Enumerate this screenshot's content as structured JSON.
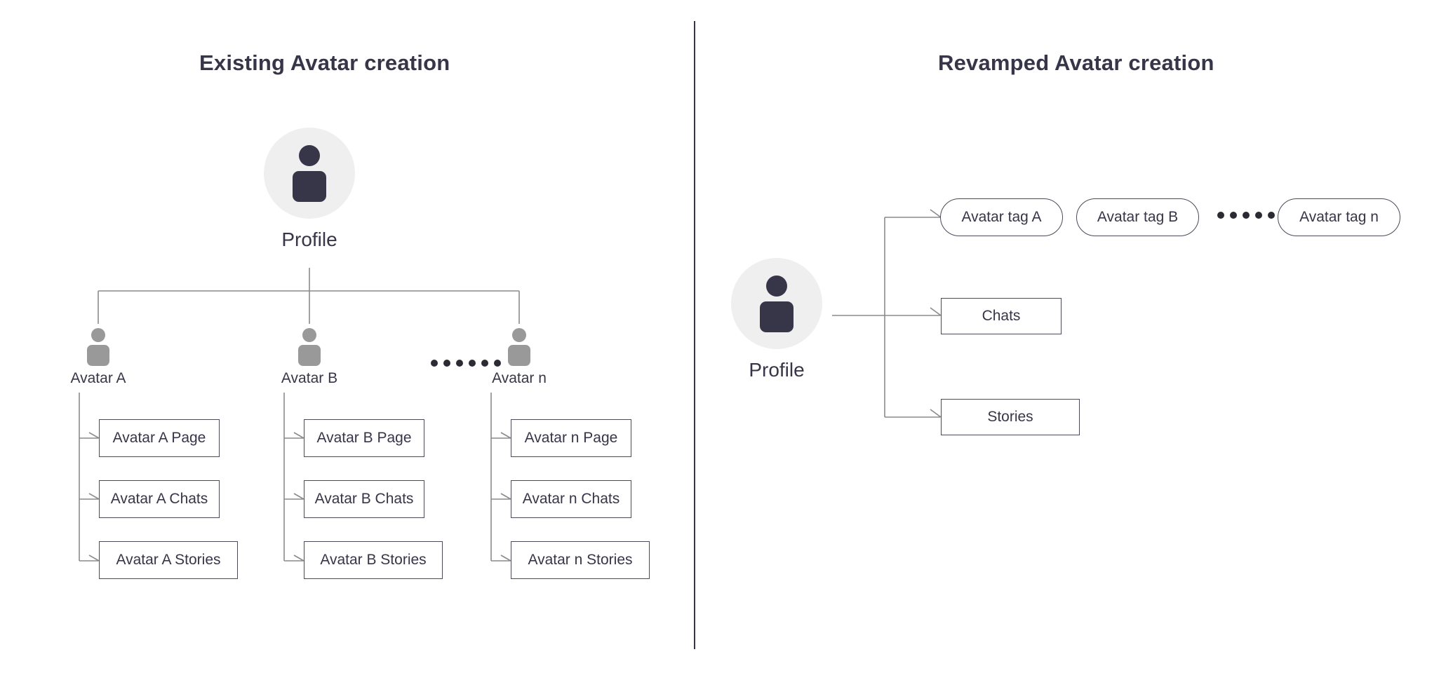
{
  "colors": {
    "ink": "#373548",
    "avatar_gray": "#999999",
    "circle_bg": "#efefef",
    "line": "#8a8a8a",
    "box_border": "#4a4a5a",
    "divider": "#373548",
    "dot": "#2b2b33"
  },
  "left_panel": {
    "title": "Existing Avatar creation",
    "root": {
      "label": "Profile",
      "icon": "person-icon"
    },
    "avatars": [
      {
        "label": "Avatar A",
        "icon": "person-icon",
        "children": [
          {
            "label": "Avatar A Page"
          },
          {
            "label": "Avatar A Chats"
          },
          {
            "label": "Avatar A Stories"
          }
        ]
      },
      {
        "label": "Avatar B",
        "icon": "person-icon",
        "children": [
          {
            "label": "Avatar B Page"
          },
          {
            "label": "Avatar B Chats"
          },
          {
            "label": "Avatar B Stories"
          }
        ]
      },
      {
        "label": "Avatar n",
        "icon": "person-icon",
        "children": [
          {
            "label": "Avatar n Page"
          },
          {
            "label": "Avatar n Chats"
          },
          {
            "label": "Avatar n Stories"
          }
        ]
      }
    ],
    "ellipsis_dot_count": 6
  },
  "right_panel": {
    "title": "Revamped Avatar creation",
    "root": {
      "label": "Profile",
      "icon": "person-icon"
    },
    "tags": [
      {
        "label": "Avatar tag A"
      },
      {
        "label": "Avatar tag B"
      },
      {
        "label": "Avatar tag n"
      }
    ],
    "ellipsis_dot_count": 5,
    "nodes": [
      {
        "label": "Chats"
      },
      {
        "label": "Stories"
      }
    ]
  }
}
